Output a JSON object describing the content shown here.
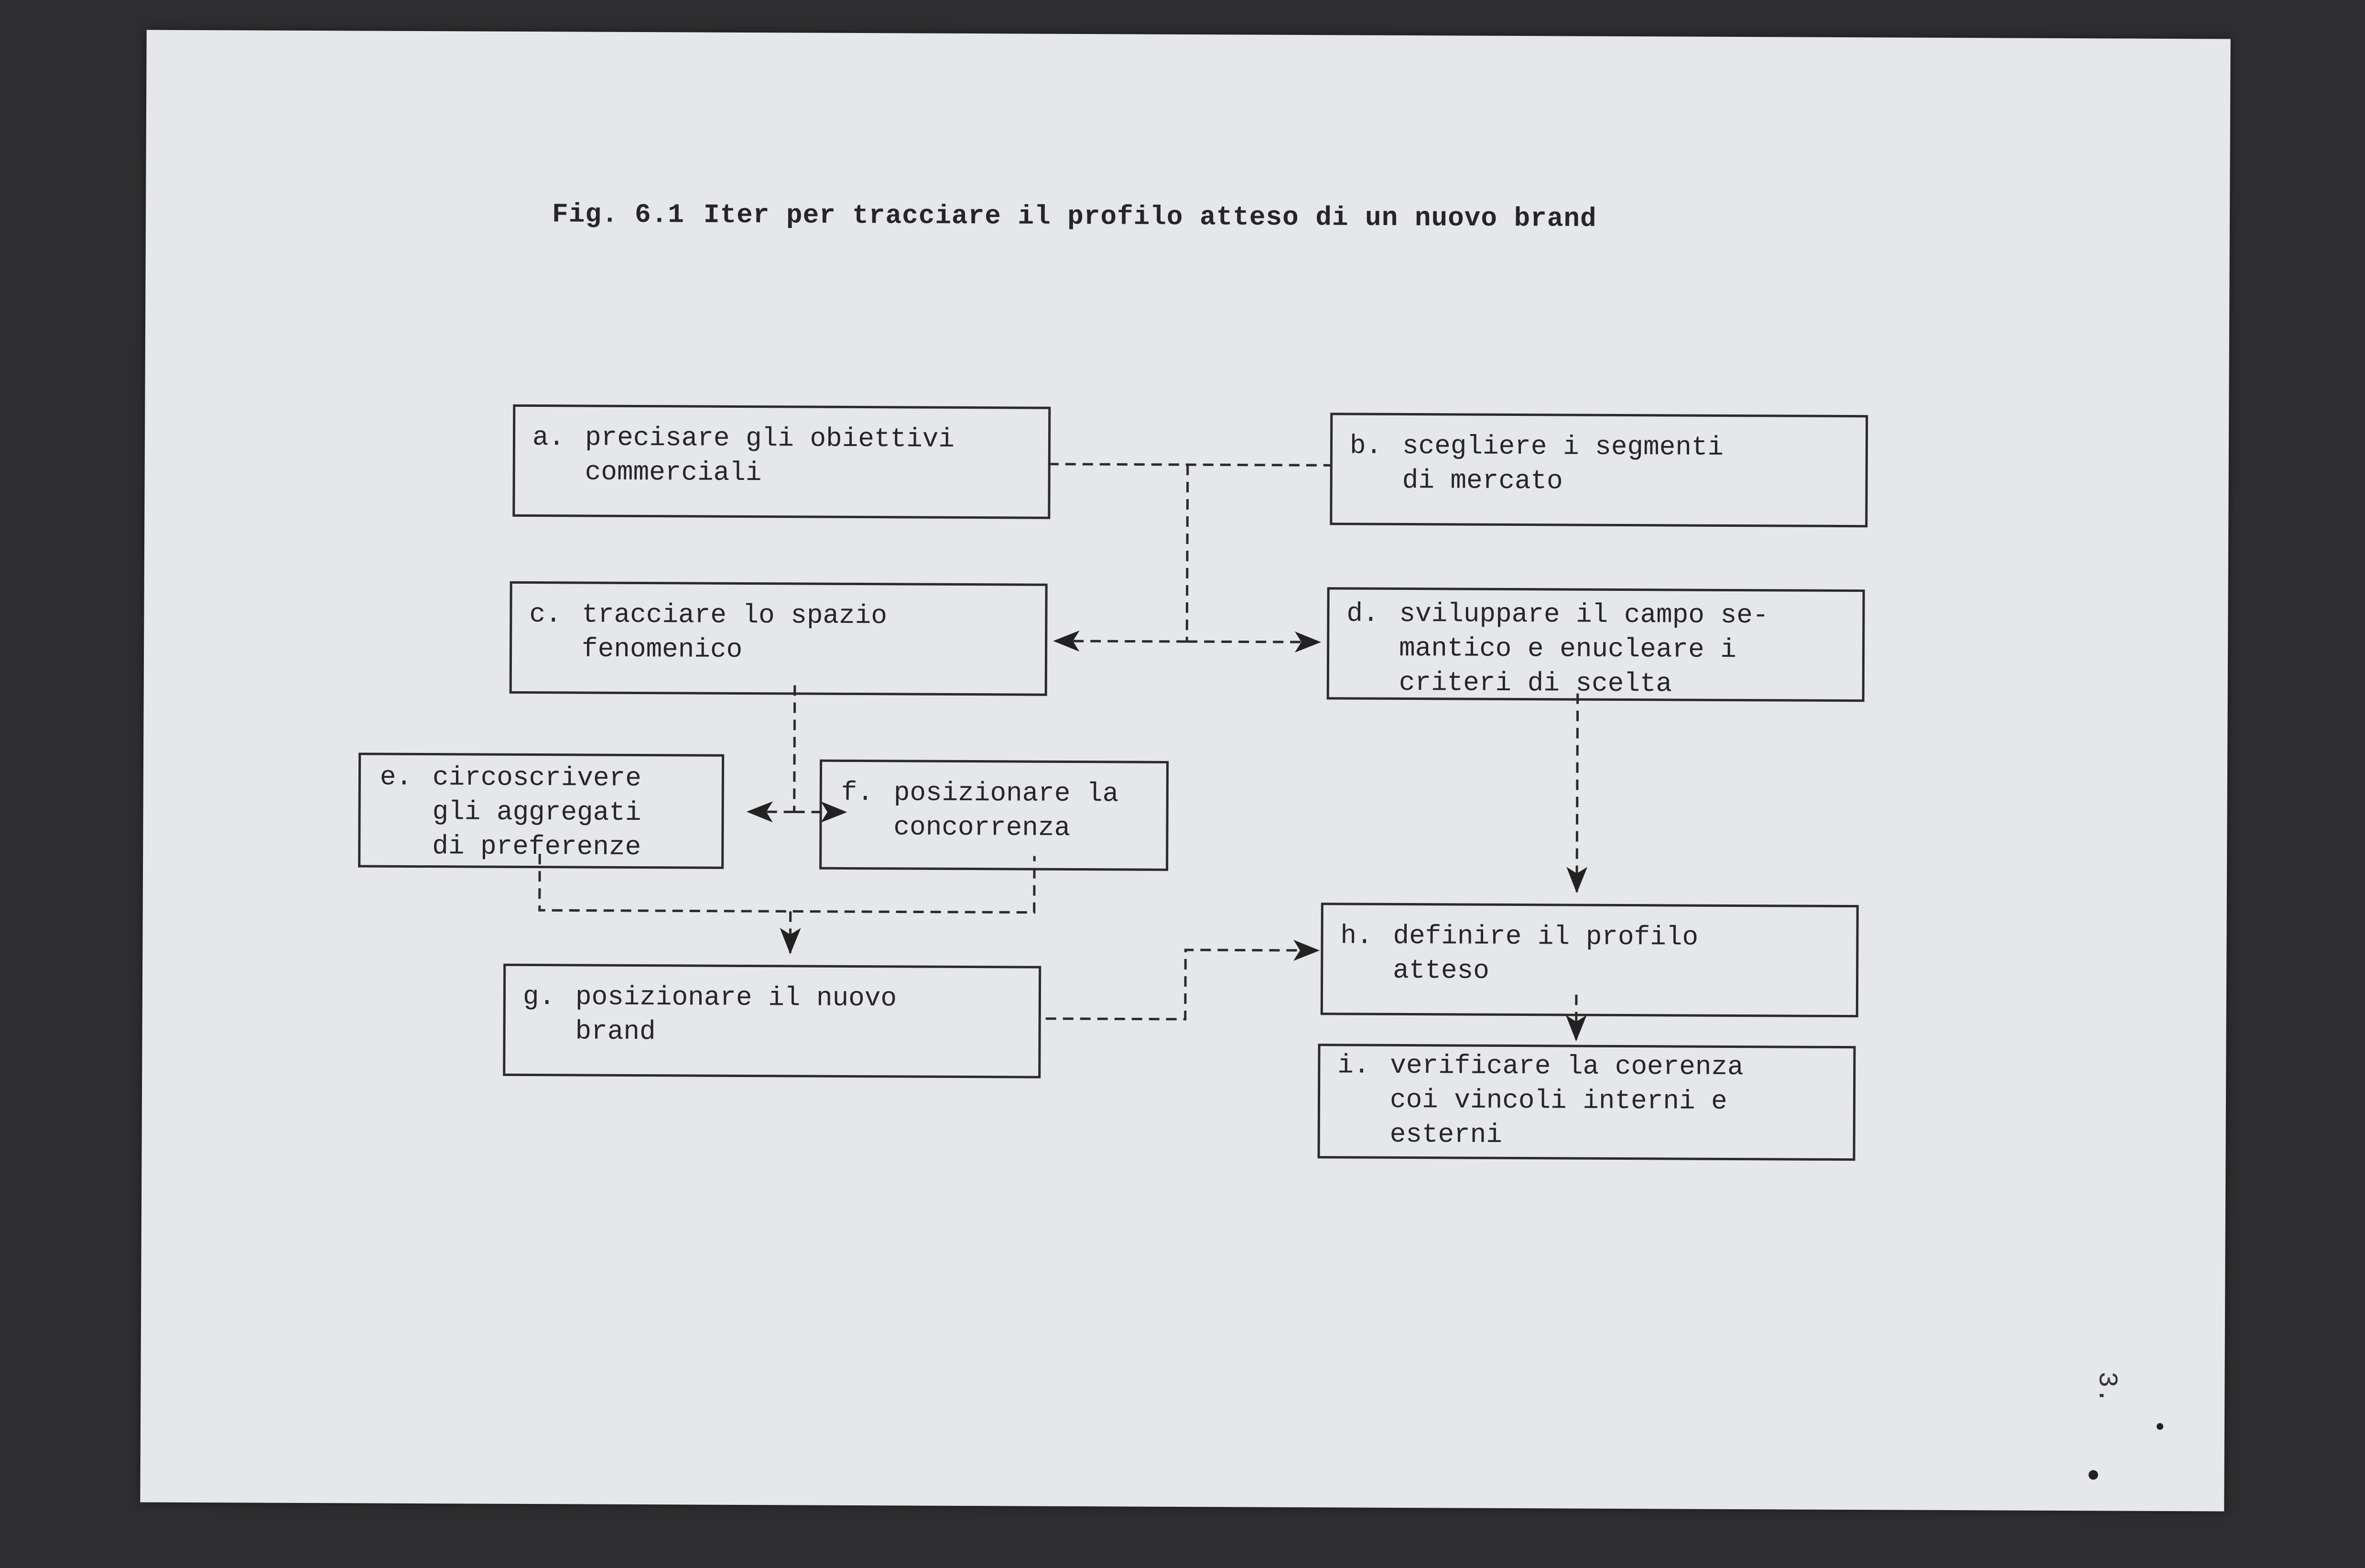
{
  "figure": {
    "number": "Fig. 6.1",
    "title": "Iter per tracciare il profilo atteso di un nuovo brand"
  },
  "steps": [
    {
      "id": "a",
      "letter": "a.",
      "text": "precisare gli obiettivi\ncommerciali"
    },
    {
      "id": "b",
      "letter": "b.",
      "text": "scegliere  i  segmenti\ndi mercato"
    },
    {
      "id": "c",
      "letter": "c.",
      "text": "tracciare  lo  spazio\nfenomenico"
    },
    {
      "id": "d",
      "letter": "d.",
      "text": "sviluppare il campo se-\nmantico e enucleare  i\ncriteri di scelta"
    },
    {
      "id": "e",
      "letter": "e.",
      "text": "circoscrivere\ngli aggregati\ndi preferenze"
    },
    {
      "id": "f",
      "letter": "f.",
      "text": "posizionare la\nconcorrenza"
    },
    {
      "id": "g",
      "letter": "g.",
      "text": "posizionare  il  nuovo\nbrand"
    },
    {
      "id": "h",
      "letter": "h.",
      "text": "definire  il  profilo\natteso"
    },
    {
      "id": "i",
      "letter": "i.",
      "text": "verificare la coerenza\ncoi vincoli interni  e\nesterni"
    }
  ],
  "page_number": "3.",
  "colors": {
    "background": "#2e2d2f",
    "paper": "#e6e7ea",
    "ink": "#262626"
  }
}
